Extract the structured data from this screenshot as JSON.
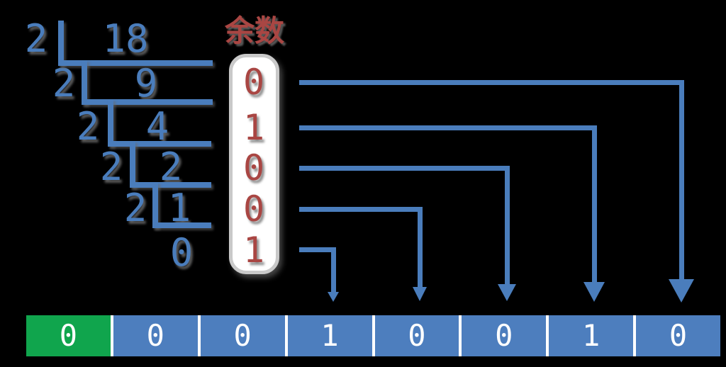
{
  "title": "余数",
  "colors": {
    "blue": "#4A7DBC",
    "cellblue": "#4D7EBE",
    "red": "#A94643",
    "green": "#10A54D",
    "cell_text": "#FFFFFF",
    "box_border": "#C9C9C9",
    "box_fill": "#FFFFFF",
    "background": "#000000"
  },
  "ladder": {
    "rows": [
      {
        "divisor": "2",
        "dividend": "18"
      },
      {
        "divisor": "2",
        "dividend": "9"
      },
      {
        "divisor": "2",
        "dividend": "4"
      },
      {
        "divisor": "2",
        "dividend": "2"
      },
      {
        "divisor": "2",
        "dividend": "1"
      }
    ],
    "final_quotient": "0"
  },
  "remainders": [
    "0",
    "1",
    "0",
    "0",
    "1"
  ],
  "result": {
    "bits": [
      "0",
      "0",
      "0",
      "1",
      "0",
      "0",
      "1",
      "0"
    ],
    "highlighted_index": 0
  }
}
